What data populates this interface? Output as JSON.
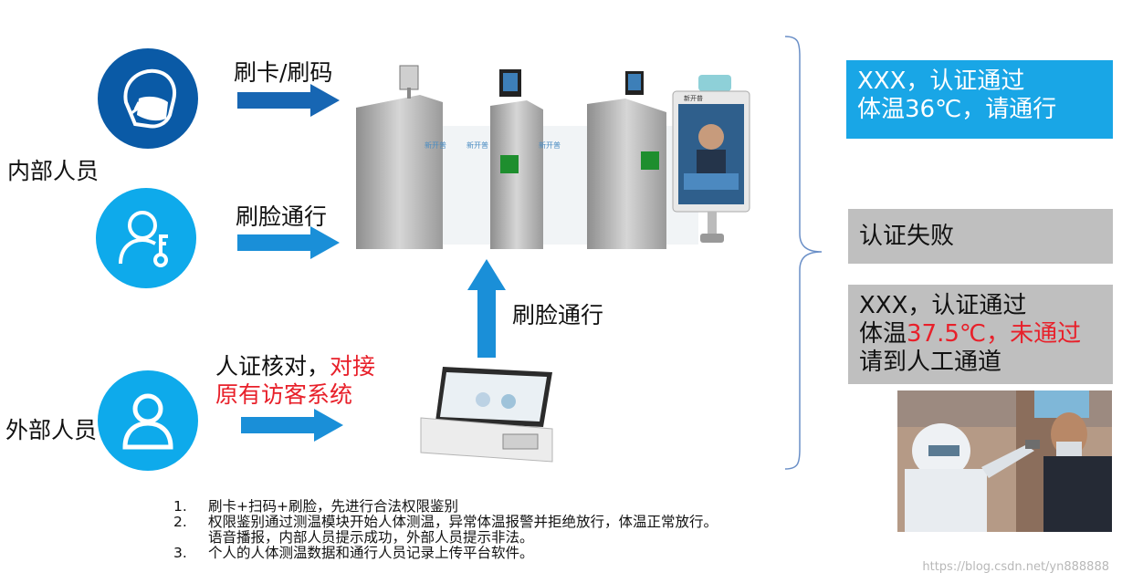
{
  "left": {
    "internal_label": "内部人员",
    "external_label": "外部人员"
  },
  "arrows": {
    "card_code": "刷卡/刷码",
    "face_pass_top": "刷脸通行",
    "face_pass_bottom": "刷脸通行",
    "id_verify_prefix": "人证核对，",
    "id_verify_red_1": "对接",
    "id_verify_red_2": "原有访客系统"
  },
  "equipment": {
    "brand": "新开普"
  },
  "results": {
    "pass_line1": "XXX，认证通过",
    "pass_line2": "体温36℃，请通行",
    "fail": "认证失败",
    "temp_fail_line1": "XXX，认证通过",
    "temp_fail_prefix": "体温",
    "temp_fail_red": "37.5℃，未通过",
    "temp_fail_line3": "请到人工通道"
  },
  "notes": [
    {
      "num": "1.",
      "text": "刷卡+扫码+刷脸，先进行合法权限鉴别"
    },
    {
      "num": "2.",
      "text": "权限鉴别通过测温模块开始人体测温，异常体温报警并拒绝放行，体温正常放行。",
      "cont": "语音播报，内部人员提示成功，外部人员提示非法。"
    },
    {
      "num": "3.",
      "text": "个人的人体测温数据和通行人员记录上传平台软件。"
    }
  ],
  "watermark": "https://blog.csdn.net/yn888888",
  "colors": {
    "dark_blue": "#0a5aa6",
    "light_blue": "#0eaaeb",
    "arrow_blue": "#1a8fd8",
    "box_blue": "#19a6e6",
    "box_gray": "#bfbfbf",
    "red": "#e8202a"
  }
}
